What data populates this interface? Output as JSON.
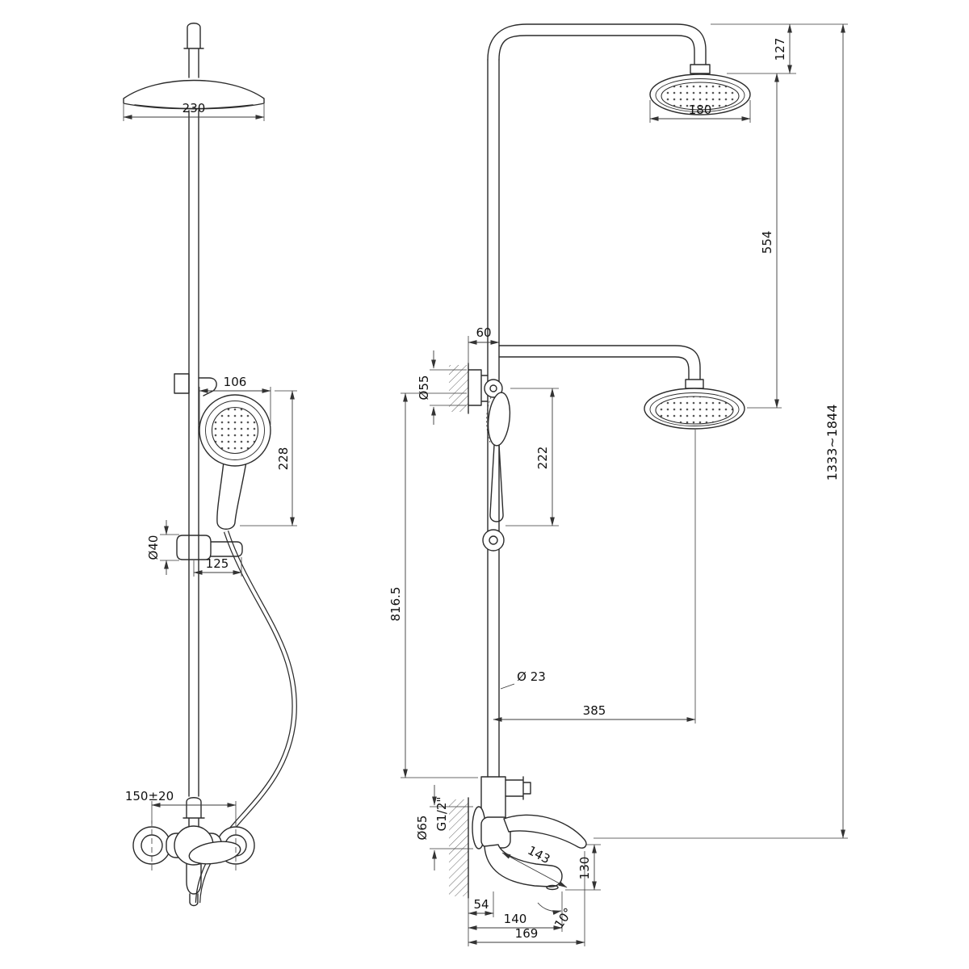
{
  "page": {
    "background": "#ffffff",
    "line_color": "#2b2b2b"
  },
  "dims": {
    "front": {
      "head_width": "230",
      "hand_diameter": "106",
      "hand_length": "228",
      "slider_diameter": "Ø40",
      "bracket_reach": "125",
      "valve_centers": "150±20"
    },
    "side": {
      "head_height": "127",
      "head_diameter": "180",
      "riser_travel": "554",
      "arm_offset": "60",
      "flange_diameter": "Ø55",
      "hand_length": "222",
      "column_length": "816.5",
      "pipe_diameter": "Ø 23",
      "head_reach": "385",
      "overall_height": "1333~1844",
      "valve_flange": "Ø65",
      "thread_size": "G1/2\"",
      "spout_drop": "130",
      "spout_reach": "143",
      "spout_a": "54",
      "spout_b": "140",
      "spout_c": "169",
      "spout_angle": "10°"
    }
  }
}
